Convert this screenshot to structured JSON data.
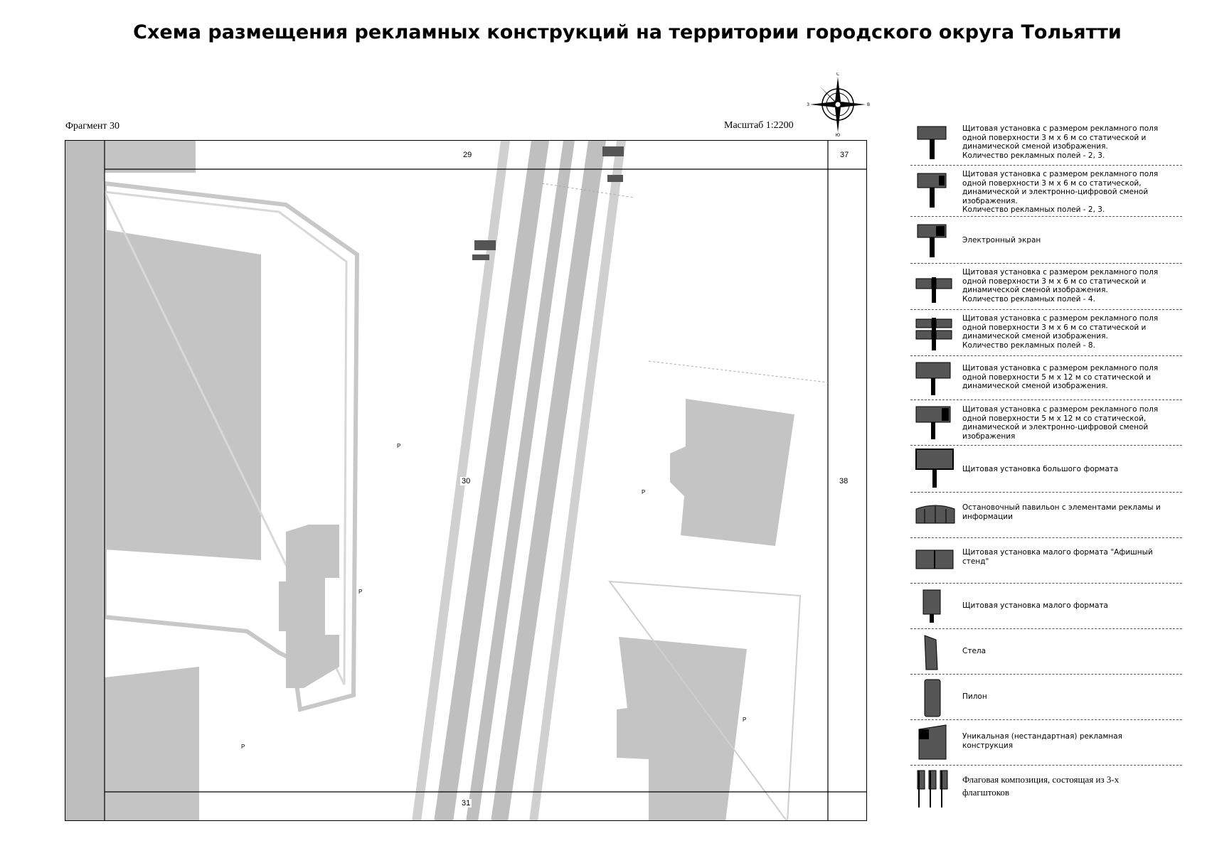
{
  "title": "Схема размещения рекламных конструкций на территории городского округа Тольятти",
  "fragment_label": "Фрагмент 30",
  "scale_label": "Масштаб 1:2200",
  "compass": {
    "n": "С",
    "s": "Ю",
    "e": "В",
    "w": "З"
  },
  "map": {
    "sheet_numbers": [
      "29",
      "37",
      "30",
      "38",
      "31"
    ],
    "parking_label": "P"
  },
  "legend": [
    {
      "icon": "billboard-static-dynamic-icon",
      "text": "Щитовая установка с размером рекламного поля\nодной поверхности 3 м х 6 м со статической и\nдинамической сменой изображения.\nКоличество рекламных полей - 2, 3."
    },
    {
      "icon": "billboard-digital-icon",
      "text": "Щитовая установка с размером рекламного поля\nодной поверхности 3 м х 6 м со статической,\nдинамической и электронно-цифровой сменой\nизображения.\nКоличество рекламных полей - 2, 3."
    },
    {
      "icon": "electronic-screen-icon",
      "text": "Электронный экран"
    },
    {
      "icon": "billboard-four-fields-icon",
      "text": "Щитовая установка с размером рекламного поля\nодной поверхности 3 м х 6 м со статической и\nдинамической сменой изображения.\nКоличество рекламных полей - 4."
    },
    {
      "icon": "billboard-eight-fields-icon",
      "text": "Щитовая установка с размером рекламного поля\nодной поверхности 3 м х 6 м со статической и\nдинамической сменой изображения.\nКоличество рекламных полей - 8."
    },
    {
      "icon": "billboard-5x12-icon",
      "text": "Щитовая установка с размером рекламного поля\nодной поверхности 5 м х 12 м со статической и\nдинамической сменой изображения."
    },
    {
      "icon": "billboard-5x12-digital-icon",
      "text": "Щитовая установка с размером рекламного поля\nодной поверхности 5 м х 12 м со статической,\nдинамической и электронно-цифровой сменой\nизображения"
    },
    {
      "icon": "large-format-billboard-icon",
      "text": "Щитовая установка большого формата"
    },
    {
      "icon": "bus-stop-pavilion-icon",
      "text": "Остановочный павильон с элементами рекламы и\nинформации"
    },
    {
      "icon": "poster-stand-icon",
      "text": "Щитовая установка малого формата \"Афишный\nстенд\""
    },
    {
      "icon": "small-format-billboard-icon",
      "text": "Щитовая установка малого формата"
    },
    {
      "icon": "stele-icon",
      "text": "Стела"
    },
    {
      "icon": "pylon-icon",
      "text": "Пилон"
    },
    {
      "icon": "unique-structure-icon",
      "text": "Уникальная (нестандартная) рекламная\nконструкция"
    },
    {
      "icon": "flag-composition-icon",
      "text": "Флаговая композиция, состоящая из 3-х\nфлагштоков"
    }
  ],
  "colors": {
    "building": "#c4c4c4",
    "road": "#bfbfbf",
    "ink": "#000000"
  }
}
